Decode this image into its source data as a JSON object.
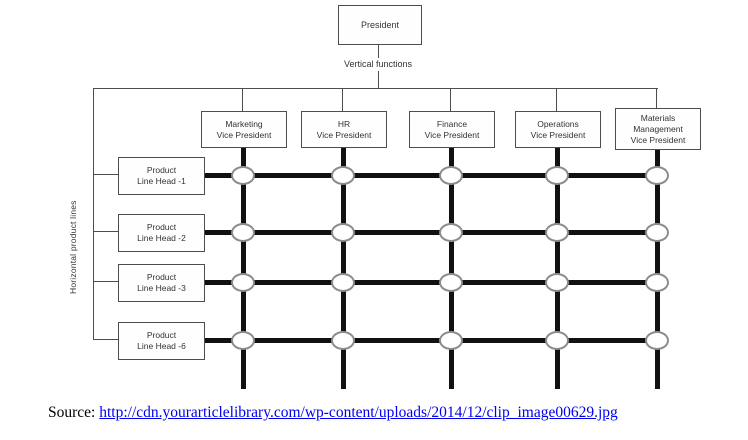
{
  "diagram": {
    "president_label": "President",
    "vertical_functions_label": "Vertical functions",
    "horizontal_product_lines_label": "Horizontal product lines",
    "vice_presidents": [
      {
        "label": "Marketing\nVice President"
      },
      {
        "label": "HR\nVice President"
      },
      {
        "label": "Finance\nVice President"
      },
      {
        "label": "Operations\nVice President"
      },
      {
        "label": "Materials\nManagement\nVice President"
      }
    ],
    "product_line_heads": [
      {
        "label": "Product\nLine Head -1"
      },
      {
        "label": "Product\nLine Head -2"
      },
      {
        "label": "Product\nLine Head -3"
      },
      {
        "label": "Product\nLine Head -6"
      }
    ]
  },
  "source": {
    "prefix": "Source:",
    "url_text": "http://cdn.yourarticlelibrary.com/wp-content/uploads/2014/12/clip_image00629.jpg"
  },
  "colors": {
    "link": "#0000EE",
    "thick_line": "#111111",
    "thin_line": "#4d4d4d",
    "node_border": "#8c8c8c"
  }
}
